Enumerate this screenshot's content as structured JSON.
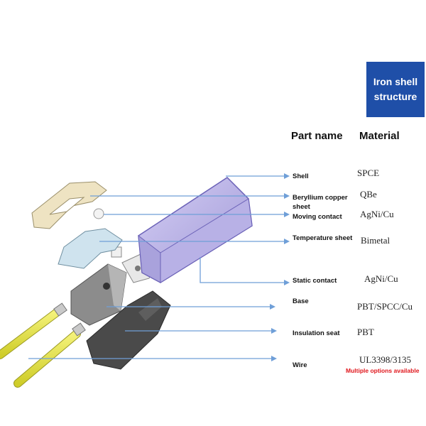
{
  "title": "Iron shell structure",
  "columns": {
    "part": "Part name",
    "material": "Material"
  },
  "parts": [
    {
      "name": "Shell",
      "material": "SPCE"
    },
    {
      "name": "Beryllium copper sheet",
      "material": "QBe"
    },
    {
      "name": "Moving contact",
      "material": "AgNi/Cu"
    },
    {
      "name": "Temperature sheet",
      "material": "Bimetal"
    },
    {
      "name": "Static contact",
      "material": "AgNi/Cu"
    },
    {
      "name": "Base",
      "material": "PBT/SPCC/Cu"
    },
    {
      "name": "Insulation seat",
      "material": "PBT"
    },
    {
      "name": "Wire",
      "material": "UL3398/3135"
    }
  ],
  "wire_note": "Multiple options available",
  "colors": {
    "badge": "#1f4fa8",
    "note": "#e0151b",
    "arrow": "#6f9fd8",
    "shell": "#b9b2e6",
    "wire": "#e8e84a"
  }
}
